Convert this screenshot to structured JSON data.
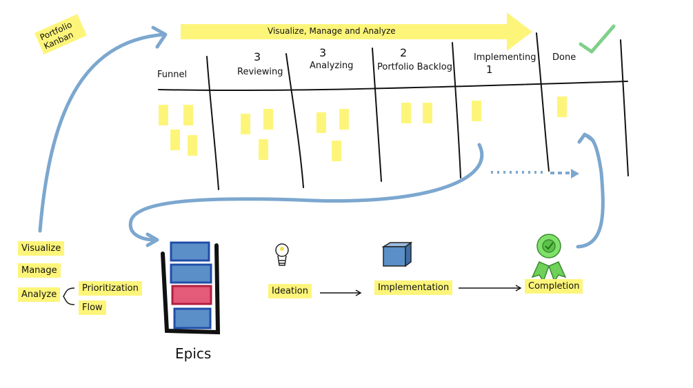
{
  "title": "Portfolio Kanban",
  "banner": "Visualize, Manage and Analyze",
  "columns": [
    {
      "name": "Funnel",
      "wip": ""
    },
    {
      "name": "Reviewing",
      "wip": "3"
    },
    {
      "name": "Analyzing",
      "wip": "3"
    },
    {
      "name": "Portfolio Backlog",
      "wip": "2"
    },
    {
      "name": "Implementing",
      "wip": "1"
    },
    {
      "name": "Done",
      "wip": ""
    }
  ],
  "side": {
    "visualize": "Visualize",
    "manage": "Manage",
    "analyze": "Analyze",
    "prioritization": "Prioritization",
    "flow": "Flow"
  },
  "epics_label": "Epics",
  "stages": {
    "ideation": "Ideation",
    "implementation": "Implementation",
    "completion": "Completion"
  },
  "colors": {
    "highlight": "#fdf57a",
    "sticky": "#fdf57a",
    "arrow_blue": "#7ca7cf",
    "epic_blue": "#5b8fc7",
    "epic_red": "#e45a79",
    "check_green": "#7fd08a"
  },
  "icons": [
    "check-icon",
    "lightbulb-icon",
    "box-icon",
    "award-ribbon-icon"
  ]
}
